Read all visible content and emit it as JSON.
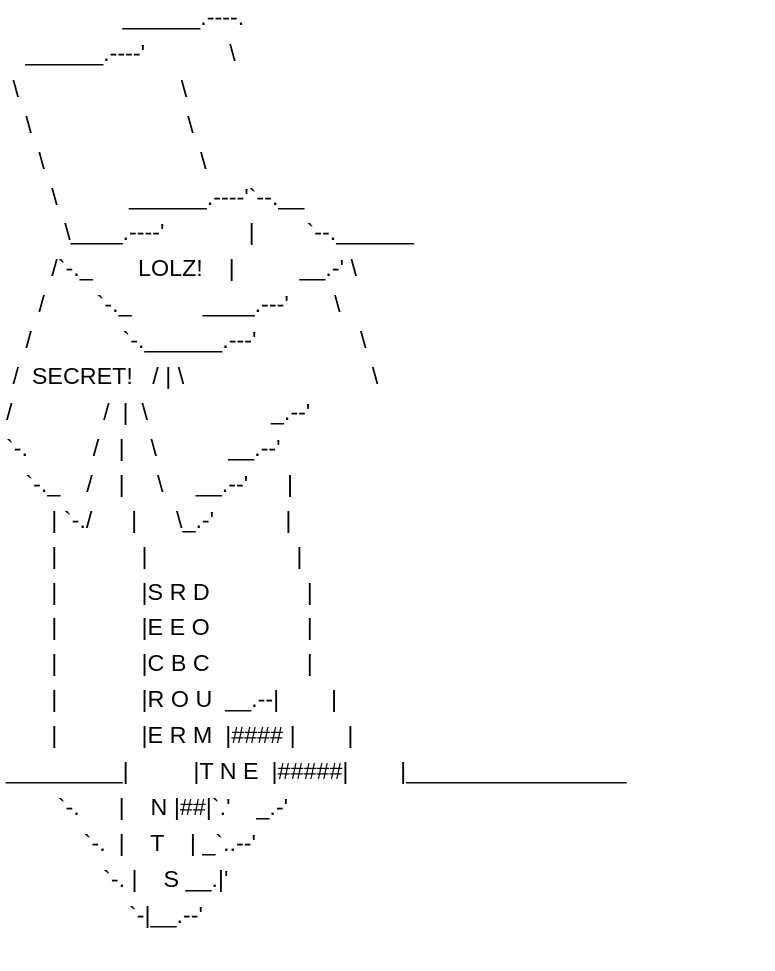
{
  "art_lines": [
    "                  ______.----.",
    "   ______.----'             \\",
    " \\                         \\",
    "   \\                        \\",
    "     \\                        \\",
    "       \\           ______.----'`--.__",
    "         \\____.----'             |        `--.______",
    "       /`-._       LOLZ!    |          __.-' \\",
    "     /        `-._           ____.---'       \\",
    "   /              `-.______.---'                \\",
    " /  SECRET!   / | \\                             \\",
    "/              /  |  \\                   _.--'",
    "`-.          /   |    \\           __.--'",
    "   `-._    /    |     \\     __.--'      |",
    "       | `-./      |      \\_.-'           |",
    "       |             |                       |",
    "       |             |S R D               |",
    "       |             |E E O               |",
    "       |             |C B C               |",
    "       |             |R O U  __.--|        |",
    "       |             |E R M  |#### |        |",
    "_________|          |T N E  |#####|        |_________________",
    "        `-.      |    N |##|`.'    _.-'",
    "            `-.  |    T    | _`..--'",
    "               `-. |    S __.|'",
    "                   `-|__.--'"
  ]
}
